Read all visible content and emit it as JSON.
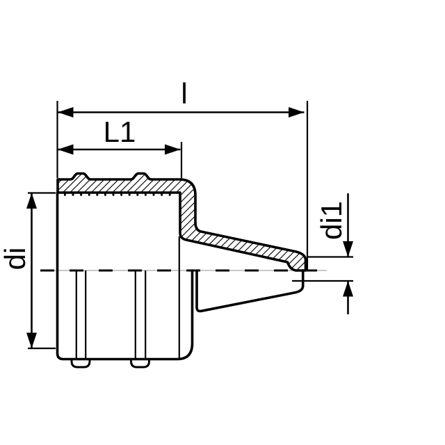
{
  "labels": {
    "overall_length": "l",
    "socket_depth": "L1",
    "socket_inner_diameter": "di",
    "spigot_inner_diameter": "di1"
  },
  "colors": {
    "line": "#000000",
    "background": "#ffffff",
    "centerline_pilot": "#a8a8a8"
  }
}
